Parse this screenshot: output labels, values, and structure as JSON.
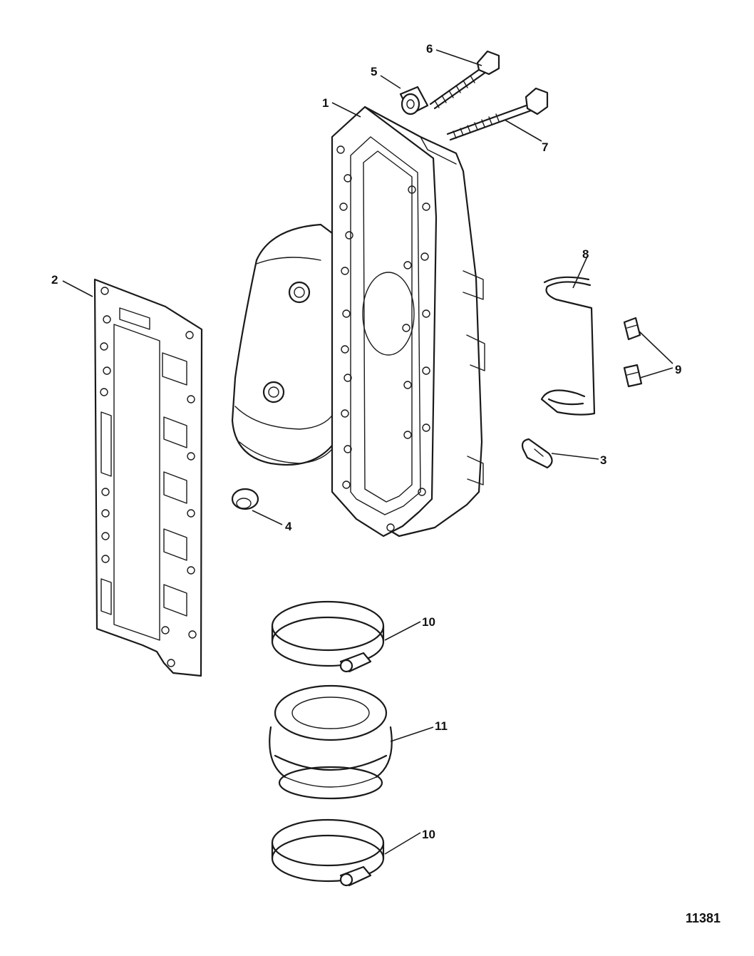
{
  "figure_number": "11381",
  "callouts": [
    {
      "id": "c1",
      "label": "1",
      "part": "exhaust-manifold-cover"
    },
    {
      "id": "c2",
      "label": "2",
      "part": "gasket"
    },
    {
      "id": "c3",
      "label": "3",
      "part": "pin"
    },
    {
      "id": "c4",
      "label": "4",
      "part": "plug"
    },
    {
      "id": "c5",
      "label": "5",
      "part": "spacer"
    },
    {
      "id": "c6",
      "label": "6",
      "part": "short-bolt"
    },
    {
      "id": "c7",
      "label": "7",
      "part": "long-bolt"
    },
    {
      "id": "c8",
      "label": "8",
      "part": "wire-clip"
    },
    {
      "id": "c9",
      "label": "9",
      "part": "clip-nuts"
    },
    {
      "id": "c10a",
      "label": "10",
      "part": "hose-clamp-upper"
    },
    {
      "id": "c11",
      "label": "11",
      "part": "exhaust-boot"
    },
    {
      "id": "c10b",
      "label": "10",
      "part": "hose-clamp-lower"
    }
  ]
}
